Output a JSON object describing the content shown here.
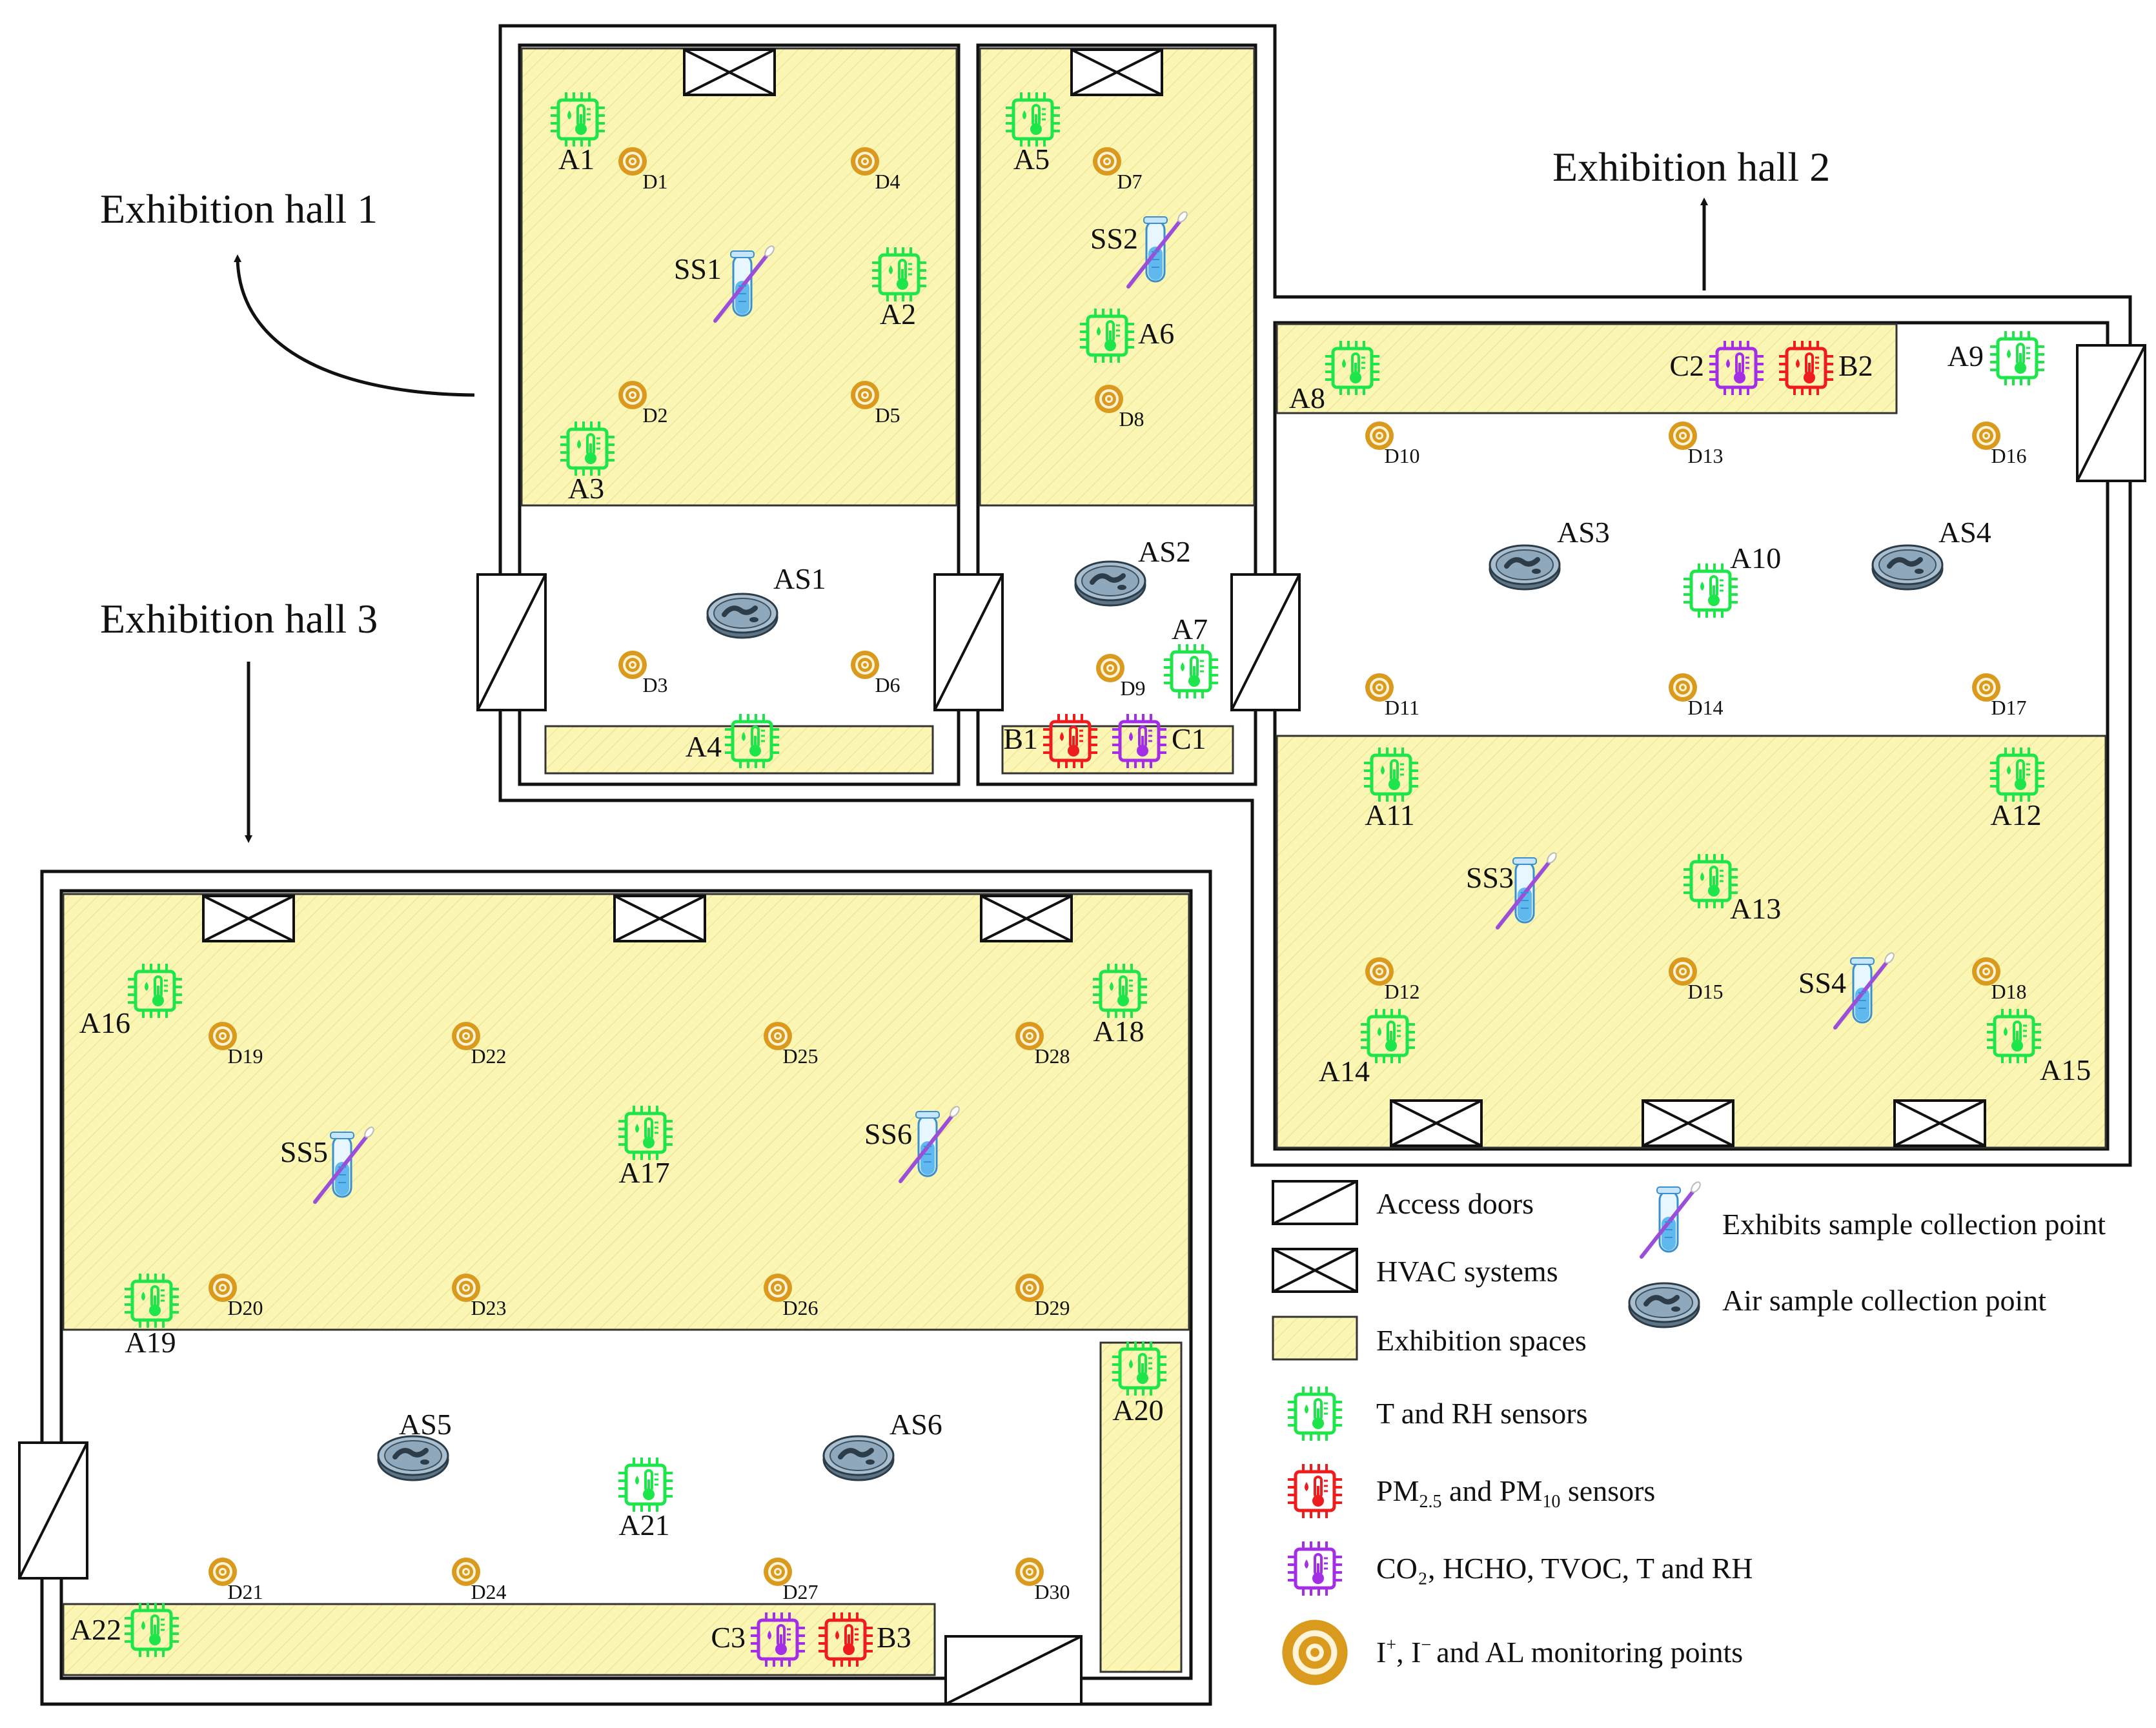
{
  "halls": {
    "hall1": "Exhibition hall 1",
    "hall2": "Exhibition hall 2",
    "hall3": "Exhibition hall 3"
  },
  "sensors": {
    "A1": "A1",
    "A2": "A2",
    "A3": "A3",
    "A4": "A4",
    "A5": "A5",
    "A6": "A6",
    "A7": "A7",
    "A8": "A8",
    "A9": "A9",
    "A10": "A10",
    "A11": "A11",
    "A12": "A12",
    "A13": "A13",
    "A14": "A14",
    "A15": "A15",
    "A16": "A16",
    "A17": "A17",
    "A18": "A18",
    "A19": "A19",
    "A20": "A20",
    "A21": "A21",
    "A22": "A22",
    "B1": "B1",
    "B2": "B2",
    "B3": "B3",
    "C1": "C1",
    "C2": "C2",
    "C3": "C3"
  },
  "points": {
    "D1": "D1",
    "D2": "D2",
    "D3": "D3",
    "D4": "D4",
    "D5": "D5",
    "D6": "D6",
    "D7": "D7",
    "D8": "D8",
    "D9": "D9",
    "D10": "D10",
    "D11": "D11",
    "D12": "D12",
    "D13": "D13",
    "D14": "D14",
    "D15": "D15",
    "D16": "D16",
    "D17": "D17",
    "D18": "D18",
    "D19": "D19",
    "D20": "D20",
    "D21": "D21",
    "D22": "D22",
    "D23": "D23",
    "D24": "D24",
    "D25": "D25",
    "D26": "D26",
    "D27": "D27",
    "D28": "D28",
    "D29": "D29",
    "D30": "D30"
  },
  "samples": {
    "SS1": "SS1",
    "SS2": "SS2",
    "SS3": "SS3",
    "SS4": "SS4",
    "SS5": "SS5",
    "SS6": "SS6",
    "AS1": "AS1",
    "AS2": "AS2",
    "AS3": "AS3",
    "AS4": "AS4",
    "AS5": "AS5",
    "AS6": "AS6"
  },
  "legend": {
    "doors": "Access doors",
    "hvac": "HVAC systems",
    "spaces": "Exhibition spaces",
    "t_rh": "T and RH sensors",
    "pm_a": "PM",
    "pm_a_sub": "2.5",
    "pm_b": " and PM",
    "pm_b_sub": "10",
    "pm_c": " sensors",
    "co2": "CO₂, HCHO, TVOC, T and RH",
    "ion_a": "I",
    "ion_a_sup": "+",
    "ion_b": ", I",
    "ion_b_sup": "−",
    "ion_c": "and AL monitoring points",
    "exhibits": "Exhibits sample collection point",
    "air": "Air sample collection point"
  },
  "colors": {
    "exhibition_fill": "#fbf6b4",
    "sensor_t_rh": "#1ee64a",
    "sensor_pm": "#ee1c1c",
    "sensor_co2": "#a32ee6",
    "ion_point": "#d99a1e",
    "petri": "#8fa8bc",
    "tube": "#5fb8ee",
    "wall": "#111111"
  }
}
